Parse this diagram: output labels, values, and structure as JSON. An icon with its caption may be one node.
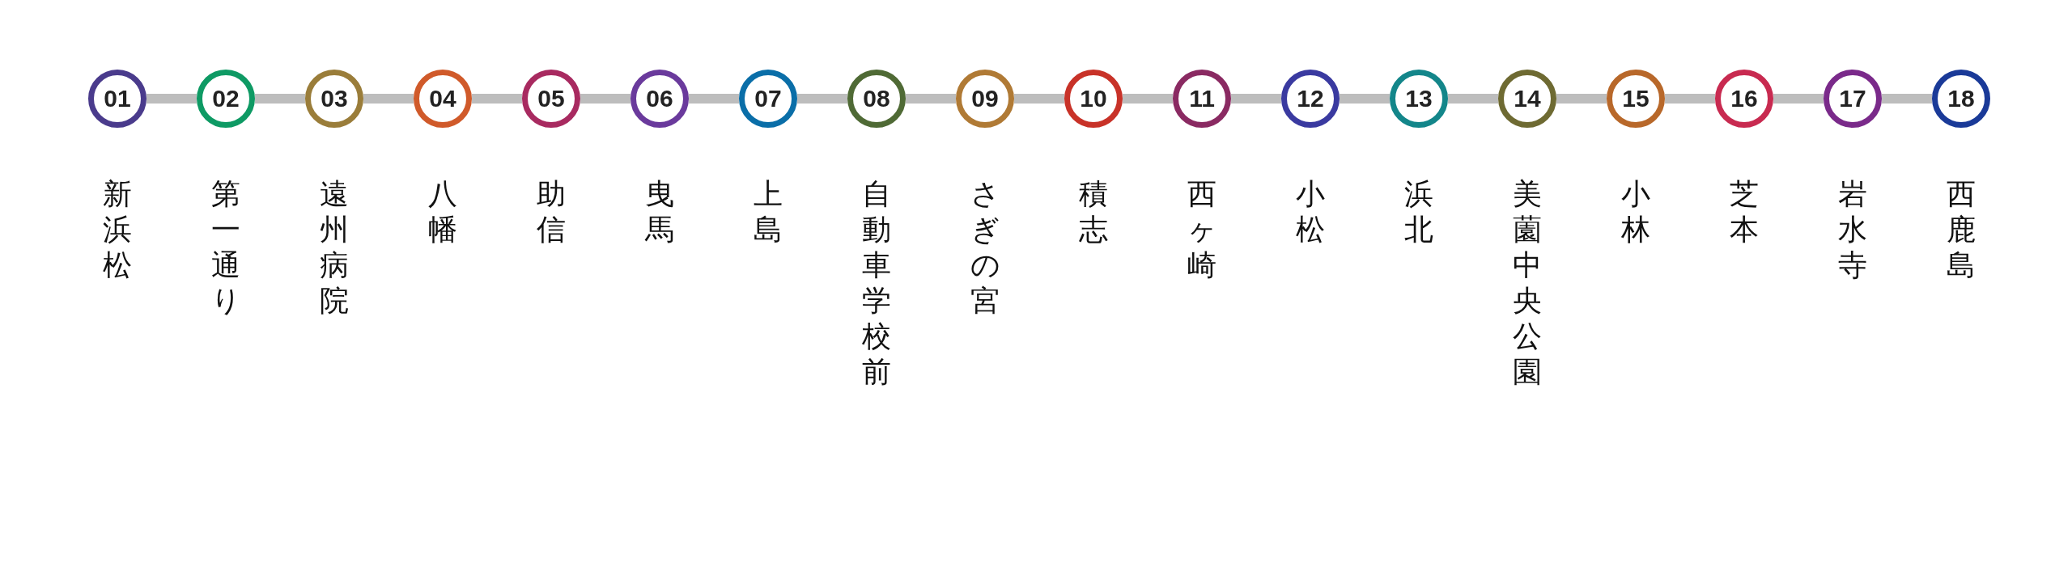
{
  "diagram": {
    "nodes": [
      {
        "text": [
          "01"
        ],
        "beside": [
          "新浜松"
        ]
      },
      {
        "text": [
          "02"
        ],
        "beside": [
          "第一通り"
        ]
      },
      {
        "text": [
          "03"
        ],
        "beside": [
          "遠州病院"
        ]
      },
      {
        "text": [
          "04"
        ],
        "beside": [
          "八幡"
        ]
      },
      {
        "text": [
          "05"
        ],
        "beside": [
          "助信"
        ]
      },
      {
        "text": [
          "06"
        ],
        "beside": [
          "曳馬"
        ]
      },
      {
        "text": [
          "07"
        ],
        "beside": [
          "上島"
        ]
      },
      {
        "text": [
          "08"
        ],
        "beside": [
          "自動車学校前"
        ]
      },
      {
        "text": [
          "09"
        ],
        "beside": [
          "さぎの宮"
        ]
      },
      {
        "text": [
          "10"
        ],
        "beside": [
          "積志"
        ]
      },
      {
        "text": [
          "11"
        ],
        "beside": [
          "西ヶ崎"
        ]
      },
      {
        "text": [
          "12"
        ],
        "beside": [
          "小松"
        ]
      },
      {
        "text": [
          "13"
        ],
        "beside": [
          "浜北"
        ]
      },
      {
        "text": [
          "14"
        ],
        "beside": [
          "美薗中央公園"
        ]
      },
      {
        "text": [
          "15"
        ],
        "beside": [
          "小林"
        ]
      },
      {
        "text": [
          "16"
        ],
        "beside": [
          "芝本"
        ]
      },
      {
        "text": [
          "17"
        ],
        "beside": [
          "岩水寺"
        ]
      },
      {
        "text": [
          "18"
        ],
        "beside": [
          "西鹿島"
        ]
      }
    ],
    "edges": [
      {
        "from": 0,
        "to": 1,
        "arrow": "none"
      },
      {
        "from": 1,
        "to": 2,
        "arrow": "none"
      },
      {
        "from": 2,
        "to": 3,
        "arrow": "none"
      },
      {
        "from": 3,
        "to": 4,
        "arrow": "none"
      },
      {
        "from": 4,
        "to": 5,
        "arrow": "none"
      },
      {
        "from": 5,
        "to": 6,
        "arrow": "none"
      },
      {
        "from": 6,
        "to": 7,
        "arrow": "none"
      },
      {
        "from": 7,
        "to": 8,
        "arrow": "none"
      },
      {
        "from": 8,
        "to": 9,
        "arrow": "none"
      },
      {
        "from": 9,
        "to": 10,
        "arrow": "none"
      },
      {
        "from": 10,
        "to": 11,
        "arrow": "none"
      },
      {
        "from": 11,
        "to": 12,
        "arrow": "none"
      },
      {
        "from": 12,
        "to": 13,
        "arrow": "none"
      },
      {
        "from": 13,
        "to": 14,
        "arrow": "none"
      },
      {
        "from": 14,
        "to": 15,
        "arrow": "none"
      },
      {
        "from": 15,
        "to": 16,
        "arrow": "none"
      },
      {
        "from": 16,
        "to": 17,
        "arrow": "none"
      }
    ]
  }
}
